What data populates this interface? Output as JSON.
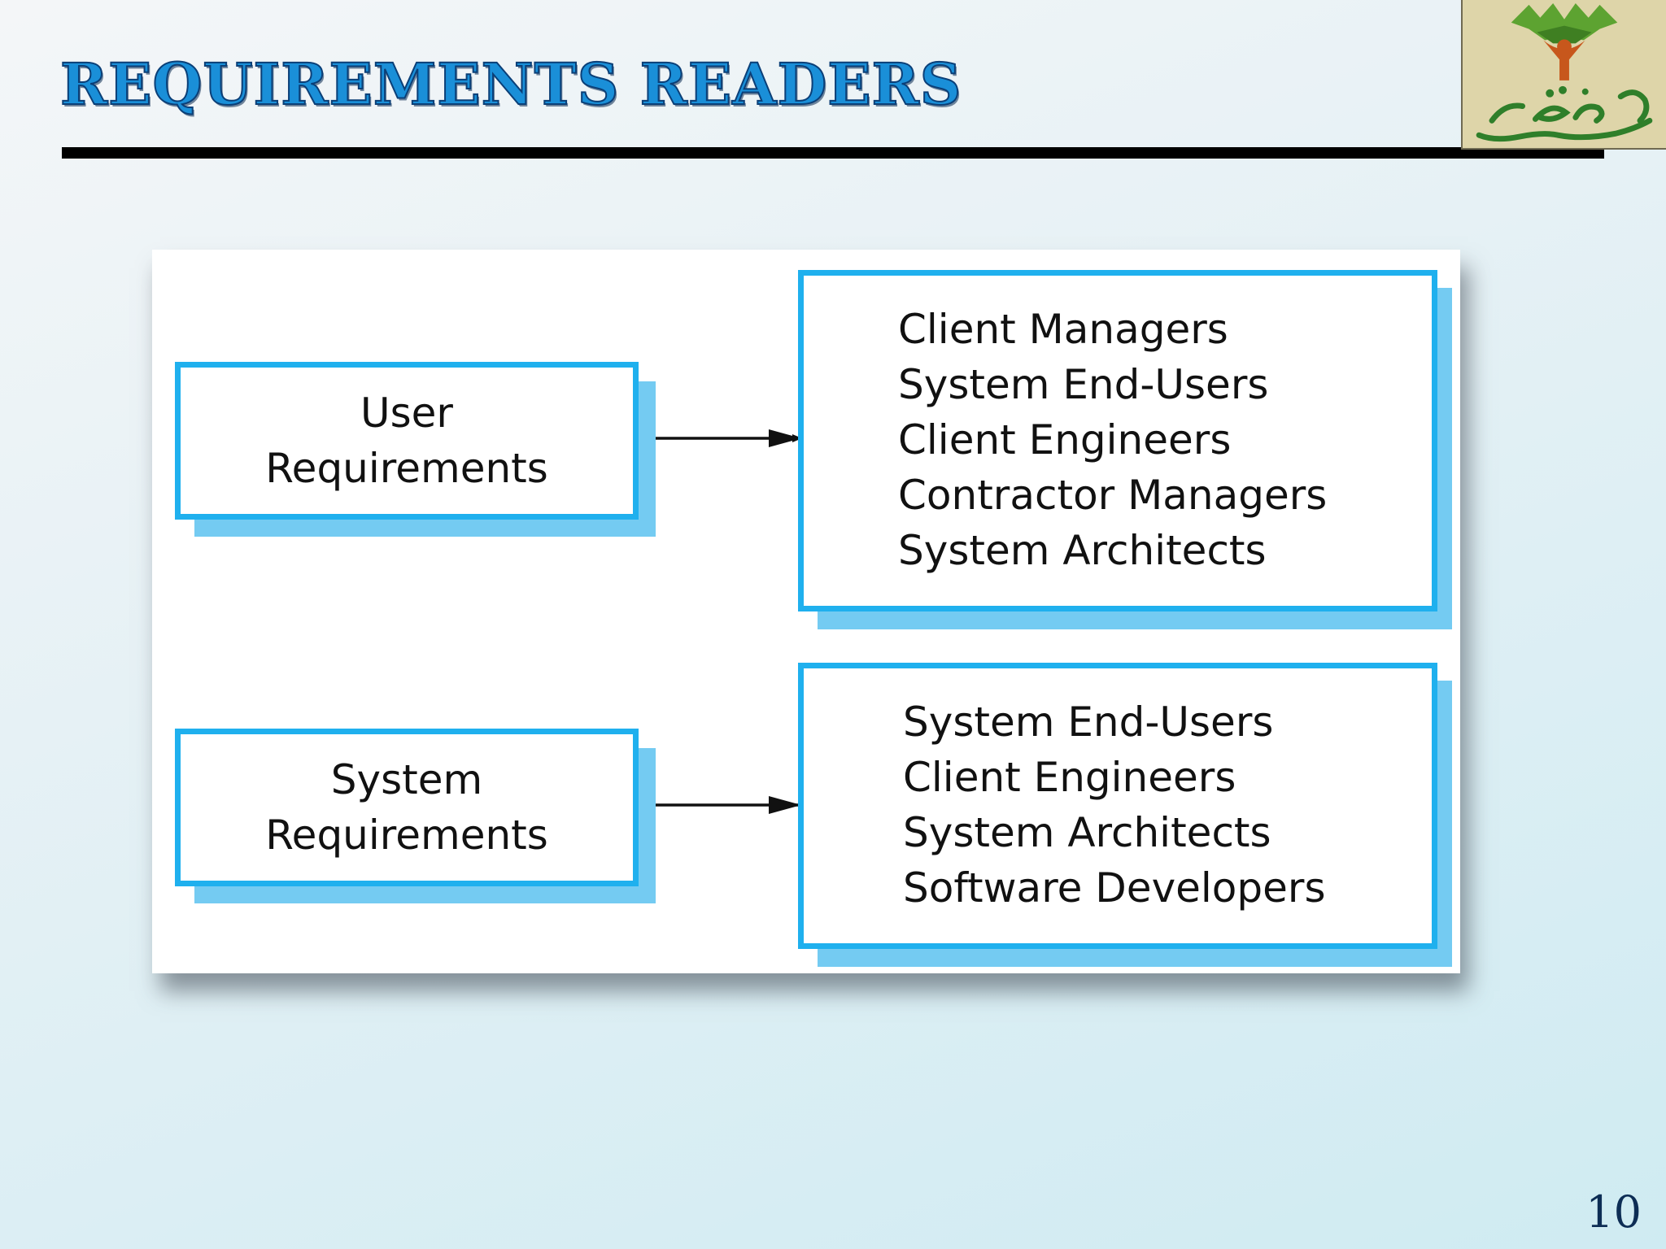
{
  "slide": {
    "title": "REQUIREMENTS READERS",
    "page_number": "10"
  },
  "logo": {
    "icon": "tree-person-logo-icon"
  },
  "diagram": {
    "user_requirements": {
      "line1": "User",
      "line2": "Requirements",
      "readers": [
        "Client Managers",
        "System End-Users",
        "Client Engineers",
        "Contractor Managers",
        "System Architects"
      ]
    },
    "system_requirements": {
      "line1": "System",
      "line2": "Requirements",
      "readers": [
        "System End-Users",
        "Client Engineers",
        "System Architects",
        "Software Developers"
      ]
    },
    "colors": {
      "box_border": "#1fb0ee",
      "box_shadow": "#74cbf2",
      "title": "#1a8fd8"
    }
  }
}
